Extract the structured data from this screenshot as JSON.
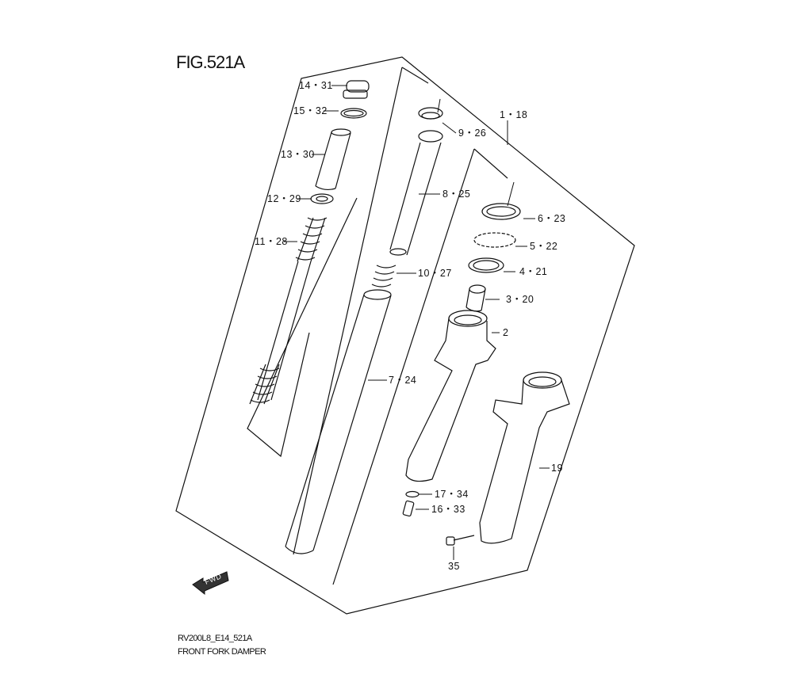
{
  "figure": {
    "title": "FIG.521A",
    "code": "RV200L8_E14_521A",
    "name": "FRONT FORK DAMPER",
    "direction_label": "FWD"
  },
  "callouts": [
    {
      "id": "c14",
      "text": "14・31"
    },
    {
      "id": "c15",
      "text": "15・32"
    },
    {
      "id": "c13",
      "text": "13・30"
    },
    {
      "id": "c12",
      "text": "12・29"
    },
    {
      "id": "c11",
      "text": "11・28"
    },
    {
      "id": "c9",
      "text": "9・26"
    },
    {
      "id": "c1",
      "text": "1・18"
    },
    {
      "id": "c8",
      "text": "8・25"
    },
    {
      "id": "c6",
      "text": "6・23"
    },
    {
      "id": "c5",
      "text": "5・22"
    },
    {
      "id": "c4",
      "text": "4・21"
    },
    {
      "id": "c10",
      "text": "10・27"
    },
    {
      "id": "c3",
      "text": "3・20"
    },
    {
      "id": "c2",
      "text": "2"
    },
    {
      "id": "c7",
      "text": "7・24"
    },
    {
      "id": "c19",
      "text": "19"
    },
    {
      "id": "c17",
      "text": "17・34"
    },
    {
      "id": "c16",
      "text": "16・33"
    },
    {
      "id": "c35",
      "text": "35"
    }
  ]
}
